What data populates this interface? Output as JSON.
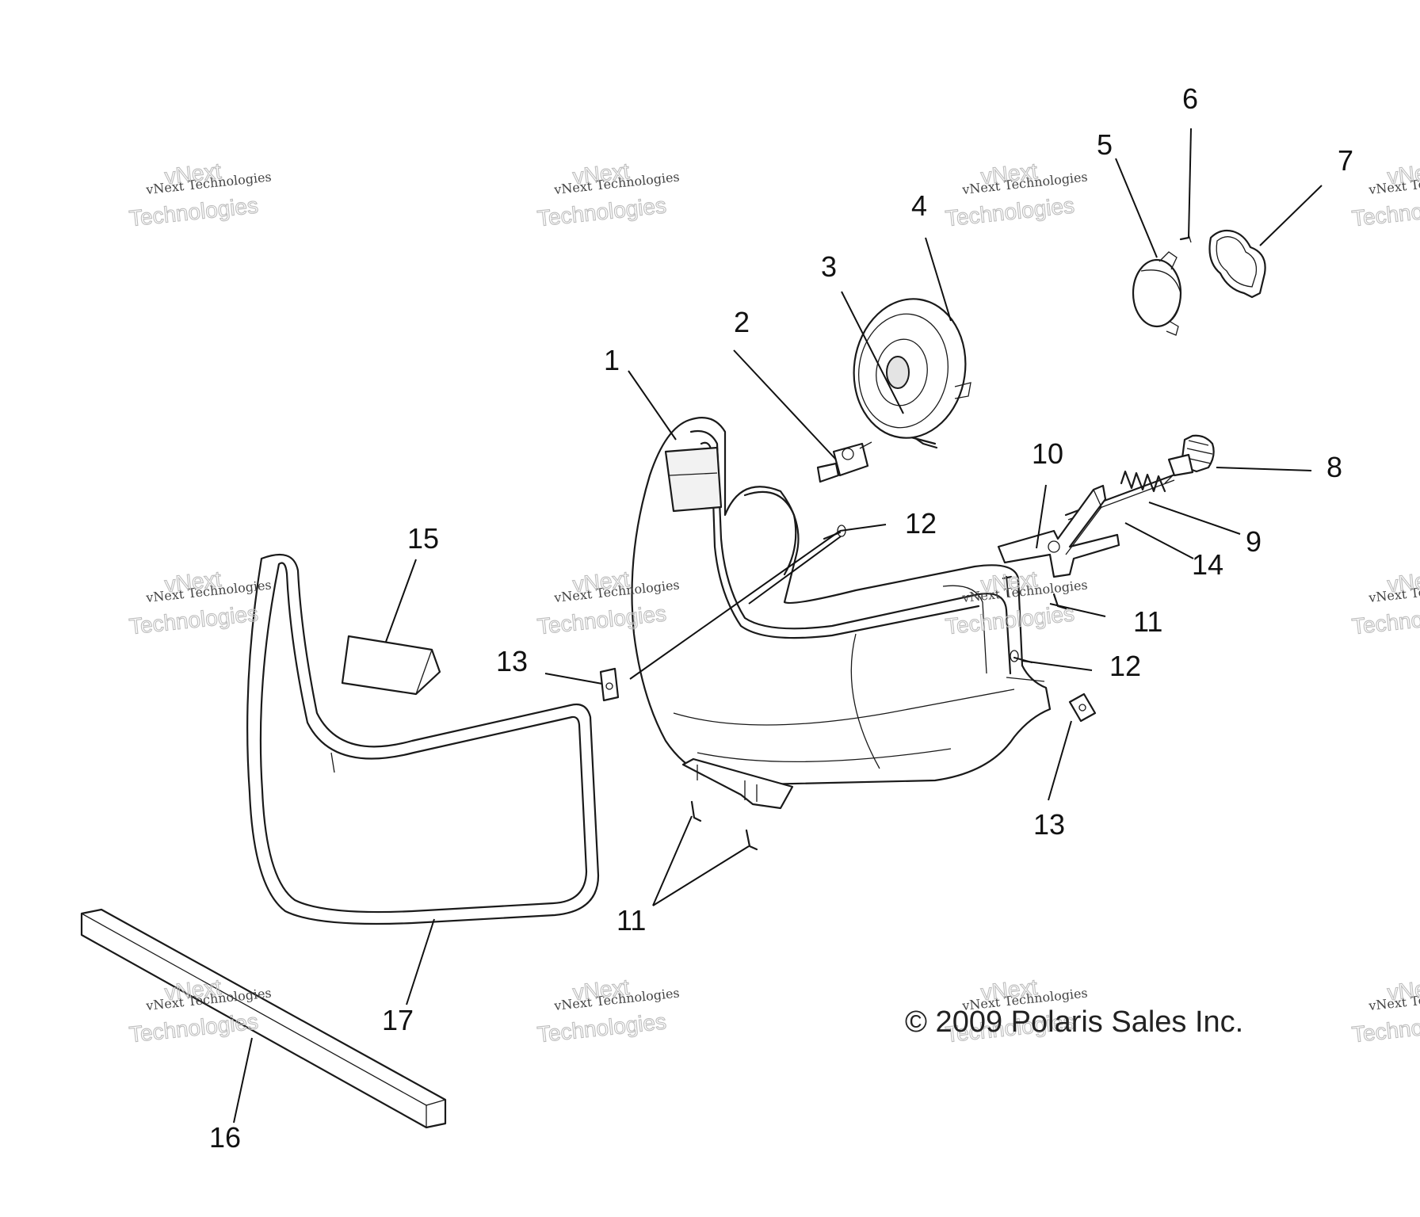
{
  "diagram": {
    "callouts": [
      {
        "id": "c1",
        "text": "1"
      },
      {
        "id": "c2",
        "text": "2"
      },
      {
        "id": "c3",
        "text": "3"
      },
      {
        "id": "c4",
        "text": "4"
      },
      {
        "id": "c5",
        "text": "5"
      },
      {
        "id": "c6",
        "text": "6"
      },
      {
        "id": "c7",
        "text": "7"
      },
      {
        "id": "c8",
        "text": "8"
      },
      {
        "id": "c9",
        "text": "9"
      },
      {
        "id": "c10",
        "text": "10"
      },
      {
        "id": "c11a",
        "text": "11"
      },
      {
        "id": "c11b",
        "text": "11"
      },
      {
        "id": "c12a",
        "text": "12"
      },
      {
        "id": "c12b",
        "text": "12"
      },
      {
        "id": "c13a",
        "text": "13"
      },
      {
        "id": "c13b",
        "text": "13"
      },
      {
        "id": "c14",
        "text": "14"
      },
      {
        "id": "c15",
        "text": "15"
      },
      {
        "id": "c16",
        "text": "16"
      },
      {
        "id": "c17",
        "text": "17"
      }
    ],
    "copyright": "© 2009 Polaris Sales Inc.",
    "watermark": {
      "line1": "vNext Technologies",
      "line2": "Technologies",
      "line3": "vNext"
    }
  }
}
